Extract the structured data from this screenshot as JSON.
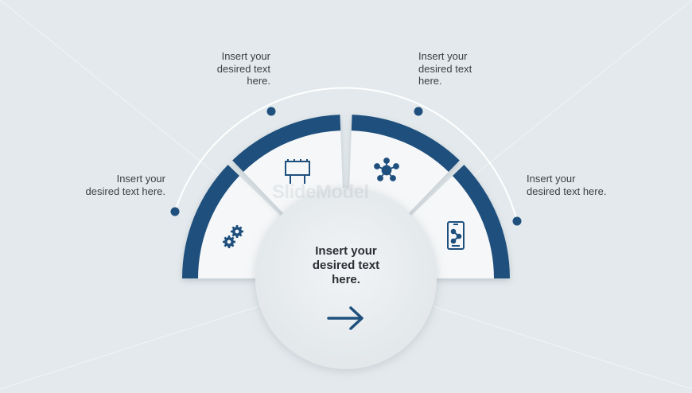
{
  "colors": {
    "background": "#e3e9ec",
    "accent": "#1e4f7d",
    "segment_face": "#f5f7f8",
    "dot": "#1e4f7d",
    "arc_line": "#ffffff"
  },
  "callouts": [
    {
      "text": "Insert your\ndesired  text here."
    },
    {
      "text": "Insert your\ndesired text\nhere."
    },
    {
      "text": "Insert your\ndesired  text\nhere."
    },
    {
      "text": "Insert your\ndesired  text here."
    }
  ],
  "segments": [
    {
      "icon": "gears-icon"
    },
    {
      "icon": "billboard-icon"
    },
    {
      "icon": "network-icon"
    },
    {
      "icon": "mobile-phone-icon"
    }
  ],
  "center": {
    "text": "Insert your\ndesired text\nhere.",
    "icon": "right-arrow-icon"
  },
  "watermark": "SlideModel"
}
